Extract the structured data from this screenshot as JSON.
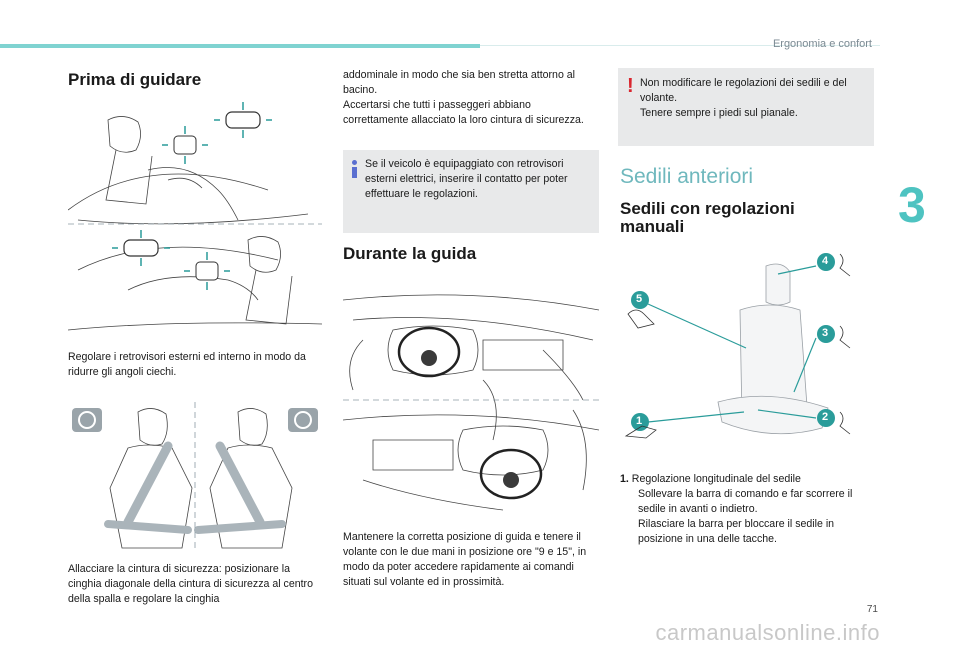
{
  "header": {
    "title": "Ergonomia e confort"
  },
  "chapter": {
    "number": "3"
  },
  "col1": {
    "heading": "Prima di guidare",
    "caption_mirrors": "Regolare i retrovisori esterni ed interno in modo da ridurre gli angoli ciechi.",
    "caption_belt": "Allacciare la cintura di sicurezza: posizionare la cinghia diagonale della cintura di sicurezza al centro della spalla e regolare la cinghia"
  },
  "col2": {
    "paragraph": "addominale in modo che sia ben stretta attorno al bacino.\nAccertarsi che tutti i passeggeri abbiano correttamente allacciato la loro cintura di sicurezza.",
    "info_text": "Se il veicolo è equipaggiato con retrovisori esterni elettrici, inserire il contatto per poter effettuare le regolazioni.",
    "heading": "Durante la guida",
    "caption_driving": "Mantenere la corretta posizione di guida e tenere il volante con le due mani in posizione ore \"9 e 15\", in modo da poter accedere rapidamente ai comandi situati sul volante ed in prossimità."
  },
  "col3": {
    "warning_text": "Non modificare le regolazioni dei sedili e del volante.\nTenere sempre i piedi sul pianale.",
    "section_title": "Sedili anteriori",
    "subheading": "Sedili con regolazioni manuali",
    "seat_labels": [
      "1",
      "2",
      "3",
      "4",
      "5"
    ],
    "item1_number": "1.",
    "item1_title": "Regolazione longitudinale del sedile",
    "bullet_symbol": "",
    "bullets": [
      "Sollevare la barra di comando e far scorrere il sedile in avanti o indietro.",
      "Rilasciare la barra per bloccare il sedile in posizione in una delle tacche."
    ]
  },
  "footer": {
    "page_number": "71",
    "watermark": "carmanualsonline.info"
  },
  "colors": {
    "accent": "#4ec3c1",
    "info": "#5a6fd0",
    "warning": "#d9262f",
    "box_bg": "#e8e9ea"
  }
}
